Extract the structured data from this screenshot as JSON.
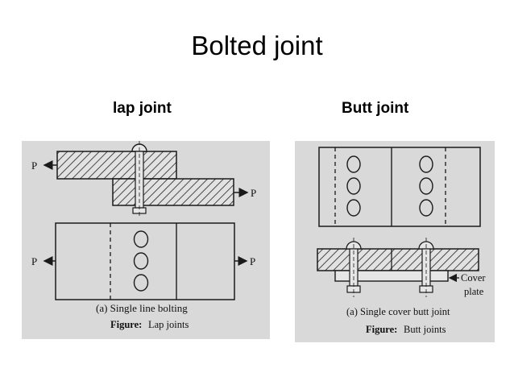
{
  "slide": {
    "title": "Bolted joint",
    "left_heading": "lap joint",
    "right_heading": "Butt joint"
  },
  "lap_figure": {
    "load_label": "P",
    "caption": "(a) Single line bolting",
    "figure_prefix": "Figure:",
    "figure_title": "Lap joints"
  },
  "butt_figure": {
    "cover_label_line1": "Cover",
    "cover_label_line2": "plate",
    "caption": "(a) Single cover butt joint",
    "figure_prefix": "Figure:",
    "figure_title": "Butt joints"
  },
  "colors": {
    "scan_background": "#d9d9d9",
    "ink": "#1a1a1a",
    "slide_background": "#ffffff"
  }
}
